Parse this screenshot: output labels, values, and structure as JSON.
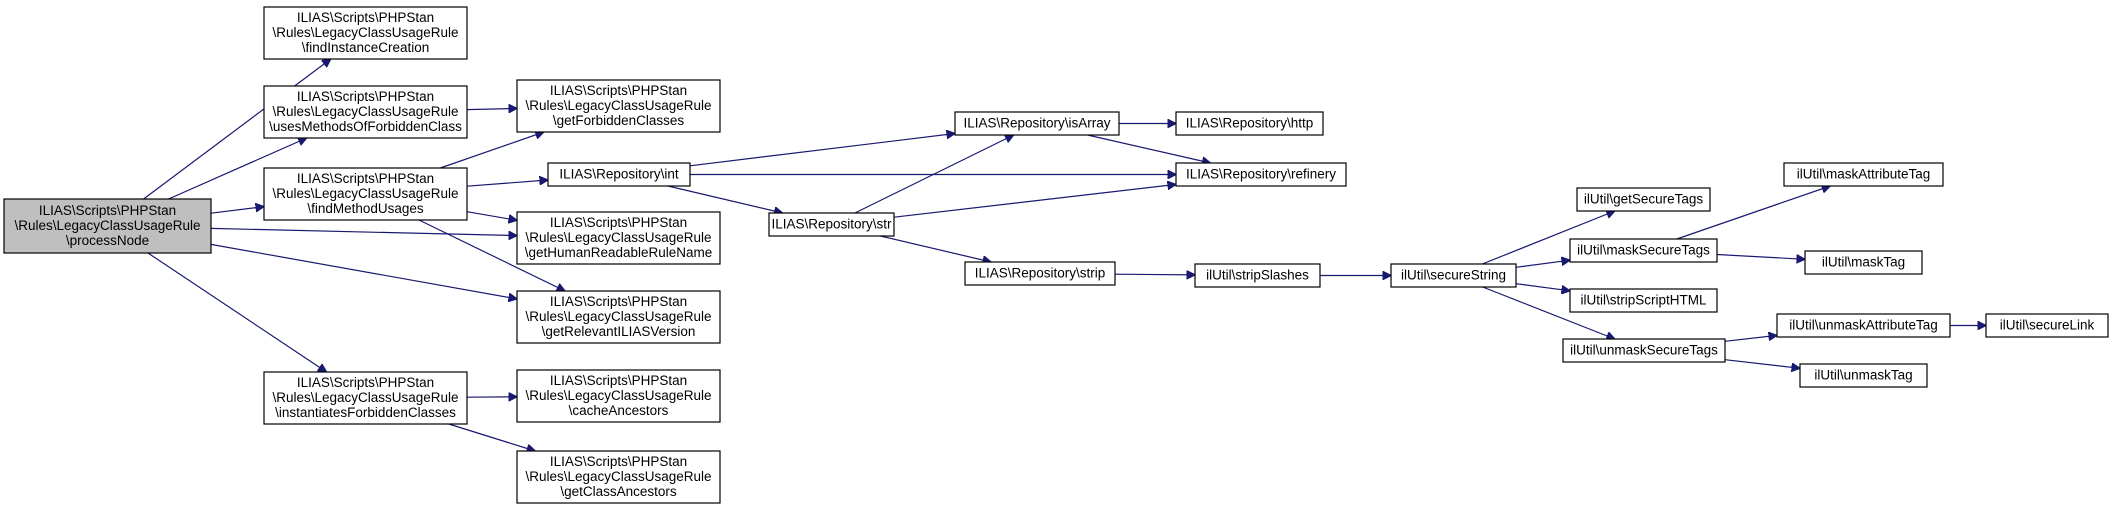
{
  "colors": {
    "edge": "#191970",
    "root_fill": "#bfbfbf",
    "node_fill": "#ffffff",
    "border": "#000000"
  },
  "nodes": [
    {
      "id": "processNode",
      "root": true,
      "lines": [
        "ILIAS\\Scripts\\PHPStan",
        "\\Rules\\LegacyClassUsageRule",
        "\\processNode"
      ]
    },
    {
      "id": "findInstanceCreation",
      "lines": [
        "ILIAS\\Scripts\\PHPStan",
        "\\Rules\\LegacyClassUsageRule",
        "\\findInstanceCreation"
      ]
    },
    {
      "id": "usesMethodsOfForbiddenClass",
      "lines": [
        "ILIAS\\Scripts\\PHPStan",
        "\\Rules\\LegacyClassUsageRule",
        "\\usesMethodsOfForbiddenClass"
      ]
    },
    {
      "id": "findMethodUsages",
      "lines": [
        "ILIAS\\Scripts\\PHPStan",
        "\\Rules\\LegacyClassUsageRule",
        "\\findMethodUsages"
      ]
    },
    {
      "id": "instantiatesForbiddenClasses",
      "lines": [
        "ILIAS\\Scripts\\PHPStan",
        "\\Rules\\LegacyClassUsageRule",
        "\\instantiatesForbiddenClasses"
      ]
    },
    {
      "id": "getForbiddenClasses",
      "lines": [
        "ILIAS\\Scripts\\PHPStan",
        "\\Rules\\LegacyClassUsageRule",
        "\\getForbiddenClasses"
      ]
    },
    {
      "id": "repoInt",
      "lines": [
        "ILIAS\\Repository\\int"
      ]
    },
    {
      "id": "getHumanReadableRuleName",
      "lines": [
        "ILIAS\\Scripts\\PHPStan",
        "\\Rules\\LegacyClassUsageRule",
        "\\getHumanReadableRuleName"
      ]
    },
    {
      "id": "getRelevantILIASVersion",
      "lines": [
        "ILIAS\\Scripts\\PHPStan",
        "\\Rules\\LegacyClassUsageRule",
        "\\getRelevantILIASVersion"
      ]
    },
    {
      "id": "cacheAncestors",
      "lines": [
        "ILIAS\\Scripts\\PHPStan",
        "\\Rules\\LegacyClassUsageRule",
        "\\cacheAncestors"
      ]
    },
    {
      "id": "getClassAncestors",
      "lines": [
        "ILIAS\\Scripts\\PHPStan",
        "\\Rules\\LegacyClassUsageRule",
        "\\getClassAncestors"
      ]
    },
    {
      "id": "repoStr",
      "lines": [
        "ILIAS\\Repository\\str"
      ]
    },
    {
      "id": "repoIsArray",
      "lines": [
        "ILIAS\\Repository\\isArray"
      ]
    },
    {
      "id": "repoStrip",
      "lines": [
        "ILIAS\\Repository\\strip"
      ]
    },
    {
      "id": "repoHttp",
      "lines": [
        "ILIAS\\Repository\\http"
      ]
    },
    {
      "id": "repoRefinery",
      "lines": [
        "ILIAS\\Repository\\refinery"
      ]
    },
    {
      "id": "stripSlashes",
      "lines": [
        "ilUtil\\stripSlashes"
      ]
    },
    {
      "id": "secureString",
      "lines": [
        "ilUtil\\secureString"
      ]
    },
    {
      "id": "getSecureTags",
      "lines": [
        "ilUtil\\getSecureTags"
      ]
    },
    {
      "id": "maskSecureTags",
      "lines": [
        "ilUtil\\maskSecureTags"
      ]
    },
    {
      "id": "stripScriptHTML",
      "lines": [
        "ilUtil\\stripScriptHTML"
      ]
    },
    {
      "id": "unmaskSecureTags",
      "lines": [
        "ilUtil\\unmaskSecureTags"
      ]
    },
    {
      "id": "maskAttributeTag",
      "lines": [
        "ilUtil\\maskAttributeTag"
      ]
    },
    {
      "id": "maskTag",
      "lines": [
        "ilUtil\\maskTag"
      ]
    },
    {
      "id": "unmaskAttributeTag",
      "lines": [
        "ilUtil\\unmaskAttributeTag"
      ]
    },
    {
      "id": "unmaskTag",
      "lines": [
        "ilUtil\\unmaskTag"
      ]
    },
    {
      "id": "secureLink",
      "lines": [
        "ilUtil\\secureLink"
      ]
    }
  ],
  "edges": [
    [
      "processNode",
      "findInstanceCreation"
    ],
    [
      "processNode",
      "usesMethodsOfForbiddenClass"
    ],
    [
      "processNode",
      "findMethodUsages"
    ],
    [
      "processNode",
      "getHumanReadableRuleName"
    ],
    [
      "processNode",
      "getRelevantILIASVersion"
    ],
    [
      "processNode",
      "instantiatesForbiddenClasses"
    ],
    [
      "usesMethodsOfForbiddenClass",
      "getForbiddenClasses"
    ],
    [
      "findMethodUsages",
      "getForbiddenClasses"
    ],
    [
      "findMethodUsages",
      "repoInt"
    ],
    [
      "findMethodUsages",
      "getHumanReadableRuleName"
    ],
    [
      "findMethodUsages",
      "getRelevantILIASVersion"
    ],
    [
      "instantiatesForbiddenClasses",
      "cacheAncestors"
    ],
    [
      "instantiatesForbiddenClasses",
      "getClassAncestors"
    ],
    [
      "repoInt",
      "repoIsArray"
    ],
    [
      "repoInt",
      "repoRefinery"
    ],
    [
      "repoInt",
      "repoStr"
    ],
    [
      "repoStr",
      "repoIsArray"
    ],
    [
      "repoStr",
      "repoRefinery"
    ],
    [
      "repoStr",
      "repoStrip"
    ],
    [
      "repoIsArray",
      "repoHttp"
    ],
    [
      "repoIsArray",
      "repoRefinery"
    ],
    [
      "repoStrip",
      "stripSlashes"
    ],
    [
      "stripSlashes",
      "secureString"
    ],
    [
      "secureString",
      "getSecureTags"
    ],
    [
      "secureString",
      "maskSecureTags"
    ],
    [
      "secureString",
      "stripScriptHTML"
    ],
    [
      "secureString",
      "unmaskSecureTags"
    ],
    [
      "maskSecureTags",
      "maskAttributeTag"
    ],
    [
      "maskSecureTags",
      "maskTag"
    ],
    [
      "unmaskSecureTags",
      "unmaskAttributeTag"
    ],
    [
      "unmaskSecureTags",
      "unmaskTag"
    ],
    [
      "unmaskAttributeTag",
      "secureLink"
    ]
  ]
}
